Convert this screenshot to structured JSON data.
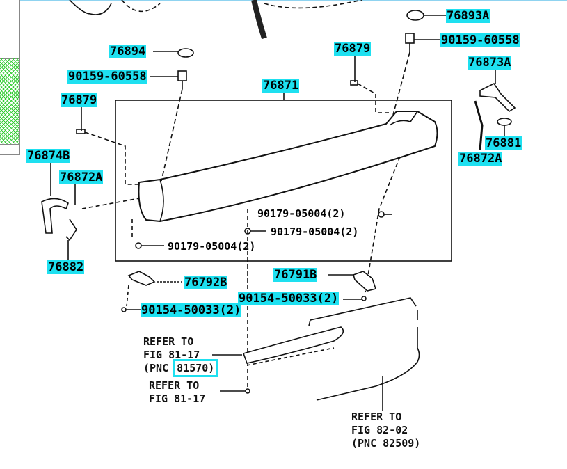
{
  "labels": {
    "l76893a": "76893A",
    "l90159_right": "90159-60558",
    "l76894": "76894",
    "l76879_top": "76879",
    "l76873a": "76873A",
    "l90159_left": "90159-60558",
    "l76871": "76871",
    "l76879_left": "76879",
    "l76881": "76881",
    "l76874b": "76874B",
    "l76872a_left": "76872A",
    "l76872a_right": "76872A",
    "l90179_a": "90179-05004(2)",
    "l90179_b": "90179-05004(2)",
    "l90179_c": "90179-05004(2)",
    "l76882": "76882",
    "l76792b": "76792B",
    "l76791b": "76791B",
    "l90154_right": "90154-50033(2)",
    "l90154_left": "90154-50033(2)"
  },
  "refs": {
    "ref1_line1": "REFER TO",
    "ref1_line2": "FIG 81-17",
    "ref1_pnc_prefix": "(PNC",
    "ref1_pnc": "81570)",
    "ref2_line1": "REFER TO",
    "ref2_line2": "FIG 81-17",
    "ref3_line1": "REFER TO",
    "ref3_line2": "FIG 82-02",
    "ref3_line3": "(PNC 82509)"
  },
  "colors": {
    "highlight": "#1ee0f0"
  }
}
